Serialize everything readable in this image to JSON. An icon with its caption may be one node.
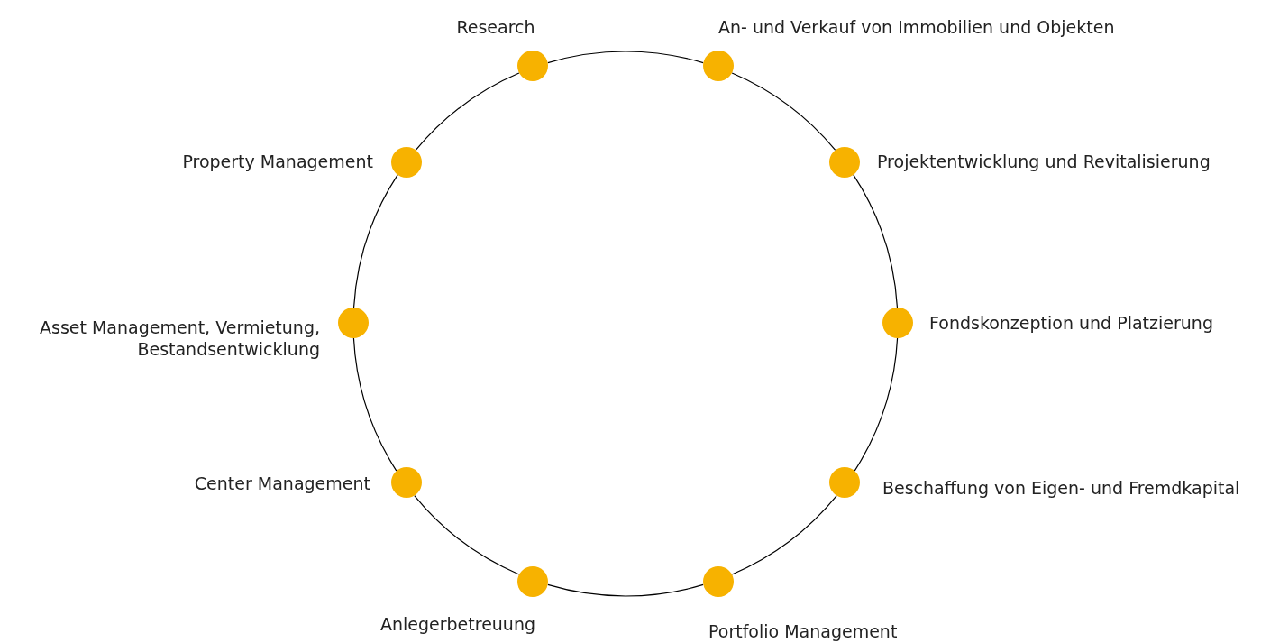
{
  "diagram": {
    "nodes": [
      {
        "text": [],
        "shape": "circle",
        "beside": [
          "Research"
        ]
      },
      {
        "text": [],
        "shape": "circle",
        "beside": [
          "An- und Verkauf von Immobilien und Objekten"
        ]
      },
      {
        "text": [],
        "shape": "circle",
        "beside": [
          "Projektentwicklung und Revitalisierung"
        ]
      },
      {
        "text": [],
        "shape": "circle",
        "beside": [
          "Fondskonzeption und Platzierung"
        ]
      },
      {
        "text": [],
        "shape": "circle",
        "beside": [
          "Beschaffung von Eigen- und Fremdkapital"
        ]
      },
      {
        "text": [],
        "shape": "circle",
        "beside": [
          "Portfolio Management"
        ]
      },
      {
        "text": [],
        "shape": "circle",
        "beside": [
          "Anlegerbetreuung"
        ]
      },
      {
        "text": [],
        "shape": "circle",
        "beside": [
          "Center Management"
        ]
      },
      {
        "text": [],
        "shape": "circle",
        "beside": [
          "Asset Management, Vermietung, Bestandsentwicklung"
        ]
      },
      {
        "text": [],
        "shape": "circle",
        "beside": [
          "Property Management"
        ]
      }
    ],
    "edges": [
      {
        "from": 0,
        "to": 1,
        "arrow": "none"
      },
      {
        "from": 1,
        "to": 2,
        "arrow": "none"
      },
      {
        "from": 2,
        "to": 3,
        "arrow": "none"
      },
      {
        "from": 3,
        "to": 4,
        "arrow": "none"
      },
      {
        "from": 4,
        "to": 5,
        "arrow": "none"
      },
      {
        "from": 5,
        "to": 6,
        "arrow": "none"
      },
      {
        "from": 6,
        "to": 7,
        "arrow": "none"
      },
      {
        "from": 7,
        "to": 8,
        "arrow": "none"
      },
      {
        "from": 8,
        "to": 9,
        "arrow": "none"
      },
      {
        "from": 9,
        "to": 0,
        "arrow": "none"
      }
    ]
  }
}
